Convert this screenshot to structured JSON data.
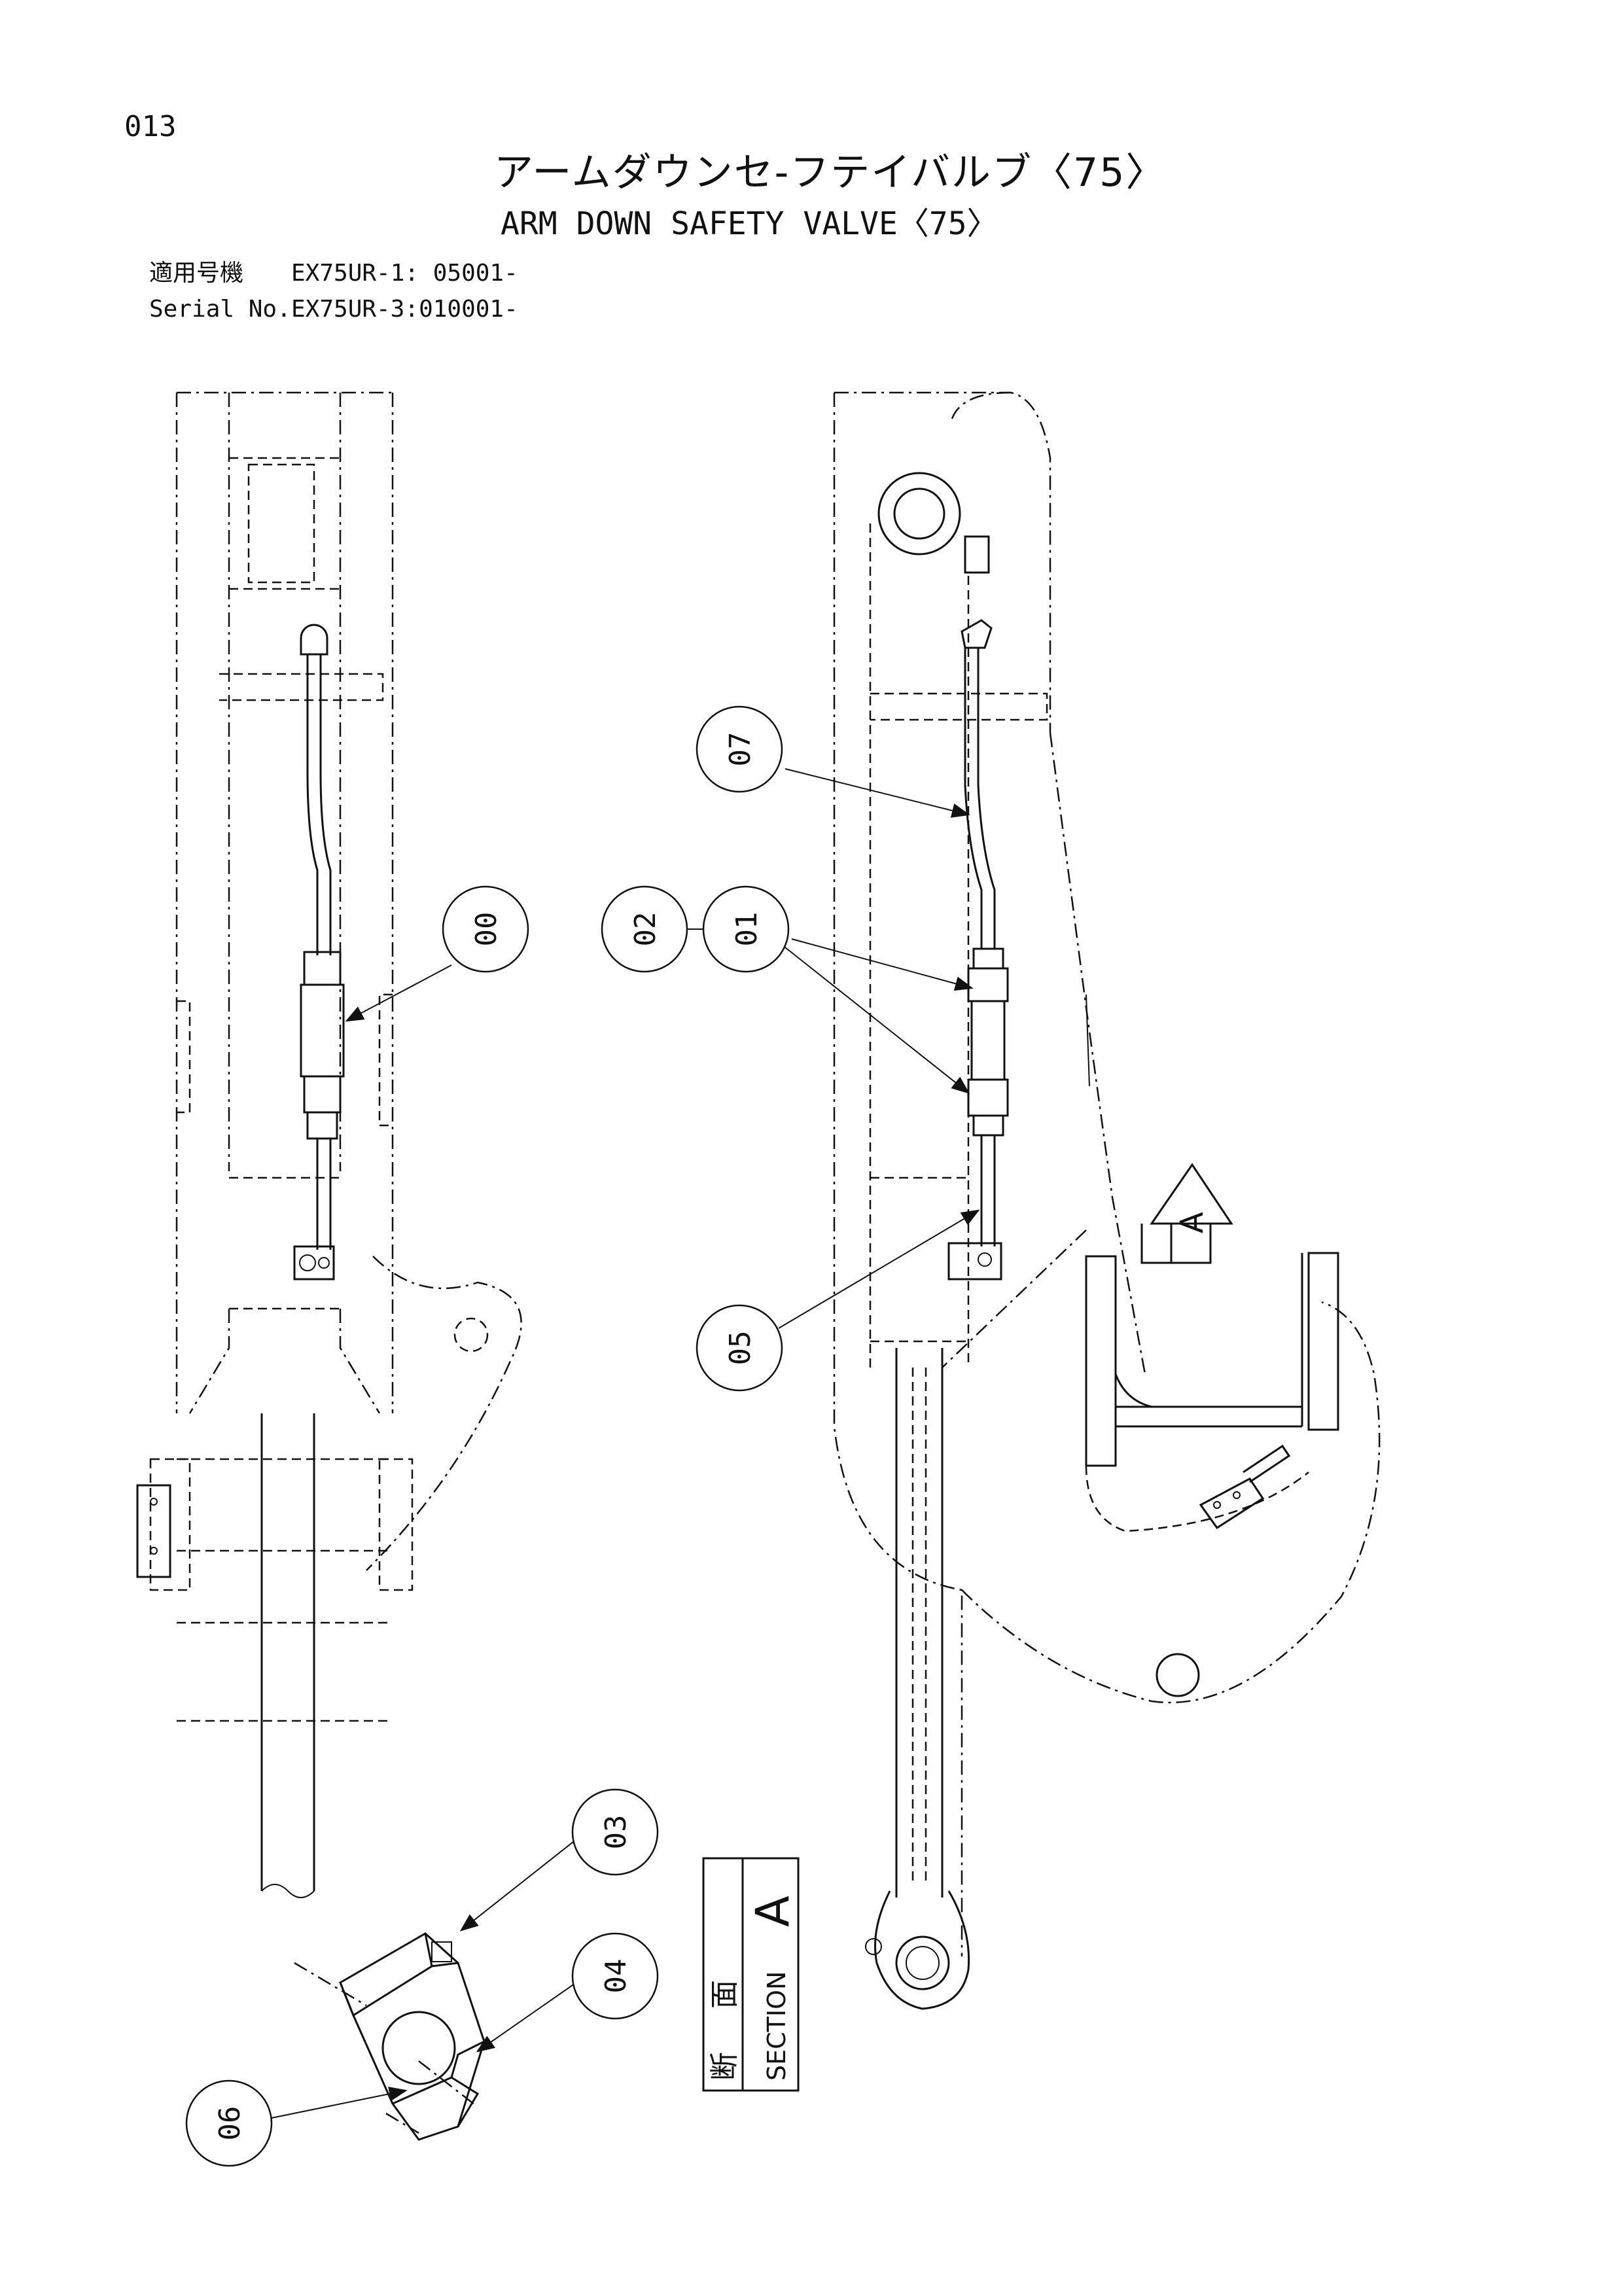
{
  "page_number": "013",
  "title_jp": "アームダウンセ-フテイバルブ〈75〉",
  "title_en": "ARM DOWN SAFETY VALVE〈75〉",
  "serial": {
    "label_jp": "適用号機",
    "label_en": "Serial No.",
    "line1": "EX75UR-1: 05001-",
    "line2": "EX75UR-3:010001-"
  },
  "callouts": [
    "00",
    "01",
    "02",
    "03",
    "04",
    "05",
    "06",
    "07"
  ],
  "view_arrow_label": "A",
  "section_box": {
    "letter": "A",
    "kanji1": "断",
    "kanji2": "面",
    "word": "SECTION"
  },
  "colors": {
    "ink": "#111111",
    "paper": "#ffffff"
  }
}
